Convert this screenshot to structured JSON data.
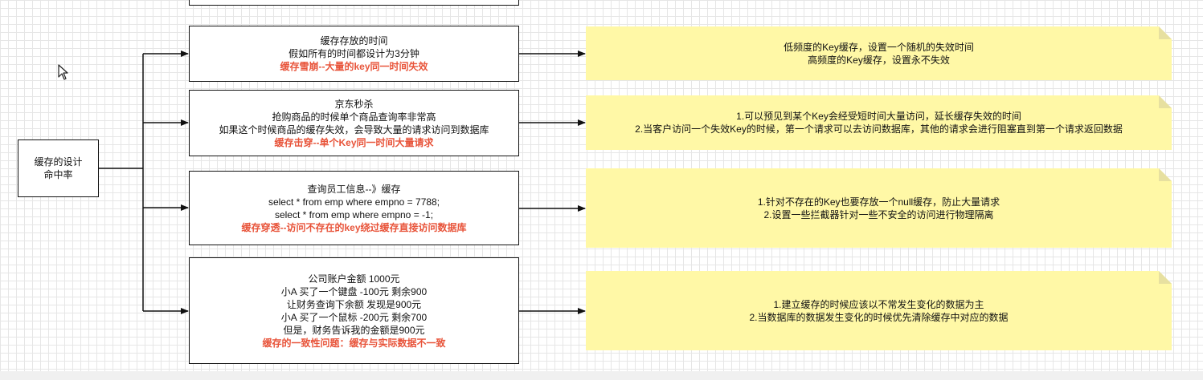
{
  "root": {
    "lines": [
      "缓存的设计",
      "命中率"
    ]
  },
  "branches": [
    {
      "lines": [
        "缓存存放的时间",
        "假如所有的时间都设计为3分钟"
      ],
      "highlight": "缓存雪崩--大量的key同一时间失效",
      "note": [
        "低频度的Key缓存，设置一个随机的失效时间",
        "高频度的Key缓存，设置永不失效"
      ]
    },
    {
      "lines": [
        "京东秒杀",
        "抢购商品的时候单个商品查询率非常高",
        "如果这个时候商品的缓存失效，会导致大量的请求访问到数据库"
      ],
      "highlight": "缓存击穿--单个Key同一时间大量请求",
      "note": [
        "1.可以预见到某个Key会经受短时间大量访问，延长缓存失效的时间",
        "2.当客户访问一个失效Key的时候，第一个请求可以去访问数据库，其他的请求会进行阻塞直到第一个请求返回数据"
      ]
    },
    {
      "lines": [
        "查询员工信息--》缓存",
        "select * from emp where empno = 7788;",
        "select * from emp where empno = -1;"
      ],
      "highlight": "缓存穿透--访问不存在的key绕过缓存直接访问数据库",
      "note": [
        "1.针对不存在的Key也要存放一个null缓存，防止大量请求",
        "2.设置一些拦截器针对一些不安全的访问进行物理隔离"
      ]
    },
    {
      "lines": [
        "公司账户金额 1000元",
        "小A 买了一个键盘 -100元 剩余900",
        "让财务查询下余额 发现是900元",
        "小A 买了一个鼠标 -200元 剩余700",
        "但是，财务告诉我的金额是900元"
      ],
      "highlight": "缓存的一致性问题：缓存与实际数据不一致",
      "note": [
        "1.建立缓存的时候应该以不常发生变化的数据为主",
        "2.当数据库的数据发生变化的时候优先清除缓存中对应的数据"
      ]
    }
  ]
}
